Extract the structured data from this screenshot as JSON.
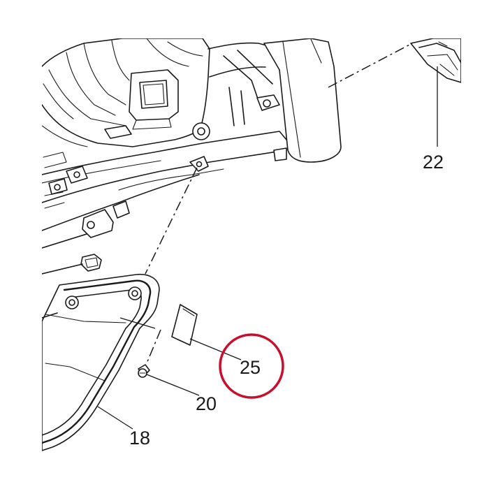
{
  "labels": {
    "part_18": "18",
    "part_20": "20",
    "part_22": "22",
    "part_25": "25"
  },
  "colors": {
    "line": "#1a1a1a",
    "highlight_circle": "#c8102e",
    "background": "#ffffff"
  },
  "highlighted_part": "25"
}
